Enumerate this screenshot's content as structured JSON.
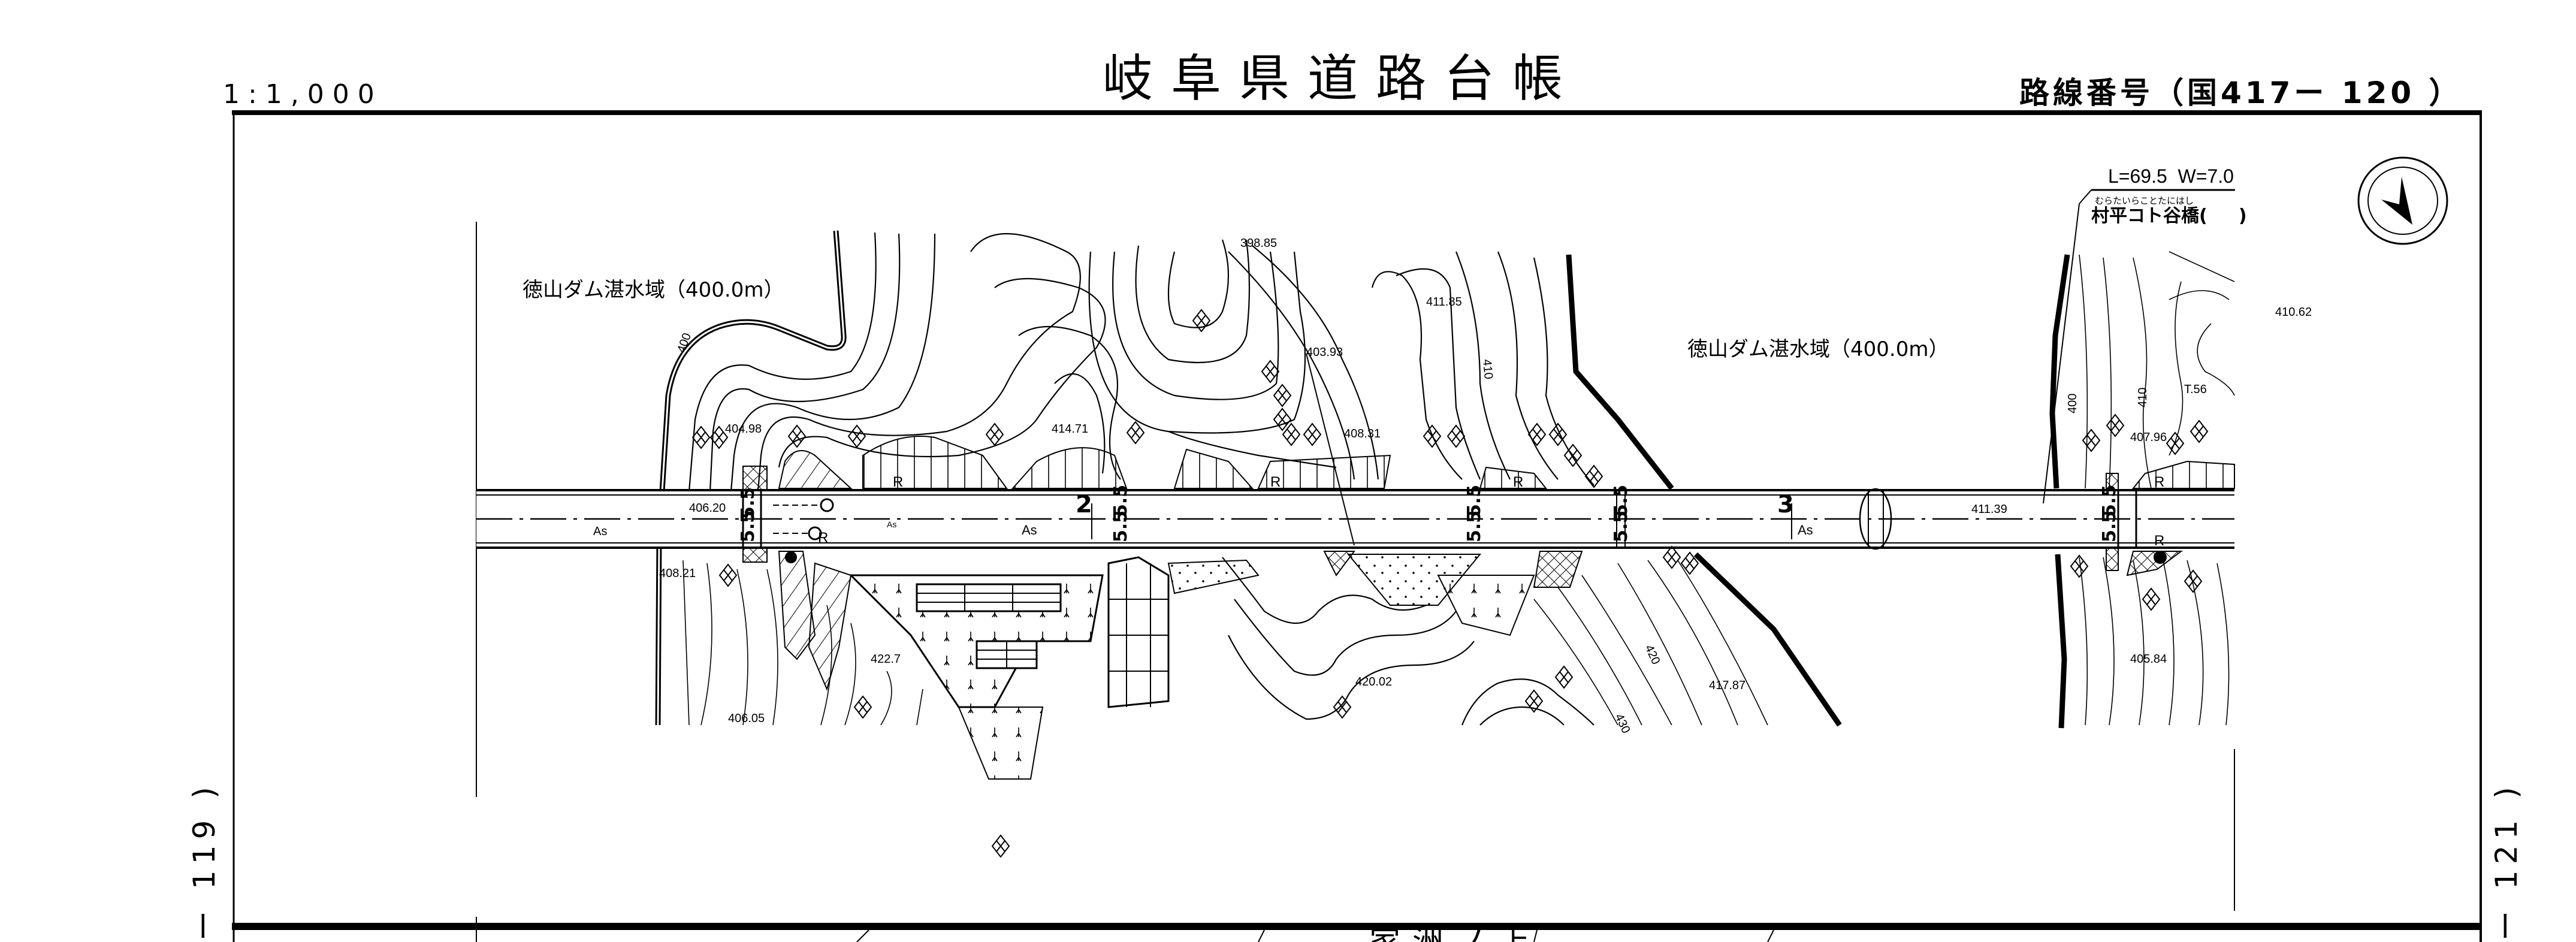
{
  "header": {
    "scale": "1:1,000",
    "title": "岐阜県道路台帳",
    "route_number": "路線番号（国417ー 120 ）"
  },
  "adjacent_sheets": {
    "left": "ー 119 )",
    "right": "ー 121 )"
  },
  "bridge": {
    "dimensions": "L=69.5  W=7.0",
    "ruby": "むらたいらことたにはし",
    "name": "村平コト谷橋(     )"
  },
  "reservoir_labels": [
    "徳山ダム湛水域（400.0m）",
    "徳山ダム湛水域（400.0m）"
  ],
  "stations": [
    "2",
    "3"
  ],
  "pavement_labels": [
    "As",
    "As",
    "As",
    "As"
  ],
  "width_marks": [
    "5.5",
    "5.5",
    "5.5",
    "5.5",
    "5.5",
    "5.5",
    "5.5",
    "5.5",
    "5.5",
    "5.5"
  ],
  "retaining_labels": [
    "R",
    "R",
    "R",
    "R",
    "R",
    "R"
  ],
  "elevations": {
    "e1": "398.85",
    "e2": "411.85",
    "e3": "403.93",
    "e4": "404.98",
    "e5": "414.71",
    "e6": "408.31",
    "e7": "406.20",
    "e8": "408.21",
    "e9": "422.7",
    "e10": "420.02",
    "e11": "417.87",
    "e12": "406.05",
    "e13": "411.39",
    "e14": "410.62",
    "e15": "T.56",
    "e16": "407.96",
    "e17": "405.84"
  },
  "contour_labels": [
    "400",
    "410",
    "400",
    "410",
    "420",
    "430"
  ],
  "bottom_place_name": "家洲ノ上",
  "north_arrow": "north-arrow"
}
